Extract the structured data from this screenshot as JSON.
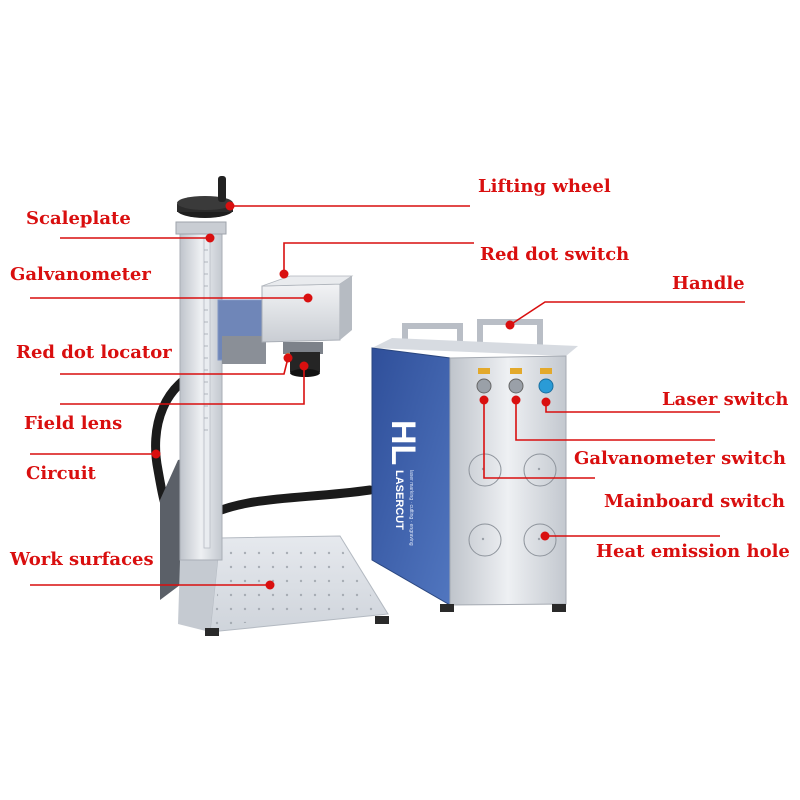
{
  "colors": {
    "label": "#d90f0f",
    "leader": "#d90f0f",
    "cabinet_front": "#3d5fa8",
    "aluminum": "#d4d8de"
  },
  "brand": {
    "logo_letters": "HL",
    "logo_word": "LASERCUT",
    "tagline": "laser marking · cutting · engraving"
  },
  "labels": {
    "lifting_wheel": "Lifting wheel",
    "scaleplate": "Scaleplate",
    "red_dot_switch": "Red dot switch",
    "galvanometer": "Galvanometer",
    "handle": "Handle",
    "red_dot_locator": "Red dot locator",
    "laser_switch": "Laser switch",
    "field_lens": "Field lens",
    "galvanometer_switch": "Galvanometer switch",
    "circuit": "Circuit",
    "mainboard_switch": "Mainboard switch",
    "heat_emission_hole": "Heat emission hole",
    "work_surfaces": "Work surfaces"
  }
}
